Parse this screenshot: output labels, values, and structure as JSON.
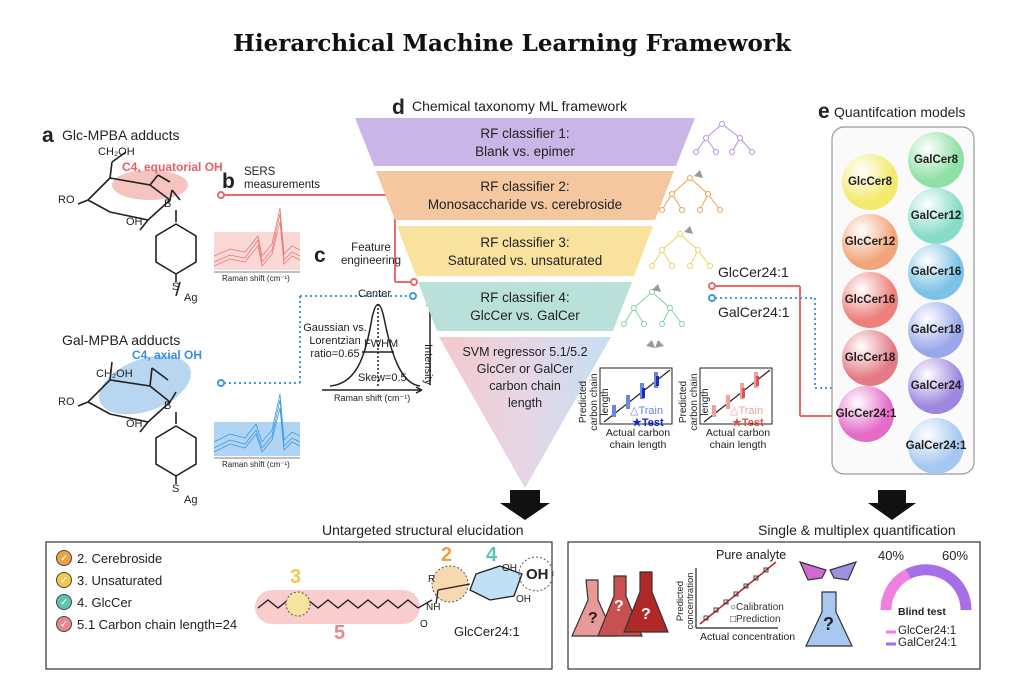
{
  "title": "Hierarchical Machine Learning Framework",
  "panel_a": {
    "letter": "a",
    "glc_title": "Glc-MPBA adducts",
    "glc_note": "C4, equatorial OH",
    "gal_title": "Gal-MPBA adducts",
    "gal_note": "C4, axial OH",
    "ro": "RO",
    "oh": "OH",
    "ch2oh": "CH₂OH",
    "b": "B",
    "o": "O",
    "s_ag": "S",
    "ag": "Ag"
  },
  "panel_b": {
    "letter": "b",
    "label": "SERS measurements",
    "axis": "Raman shift (cm⁻¹)"
  },
  "panel_c": {
    "letter": "c",
    "label": "Feature engineering",
    "center": "Center",
    "intensity": "Intensity",
    "ratio": "Gaussian vs. Lorentzian ratio=0.65",
    "fwhm": "FWHM",
    "skew": "Skew=0.5",
    "axis": "Raman shift (cm⁻¹)"
  },
  "panel_d": {
    "letter": "d",
    "label": "Chemical taxonomy ML framework",
    "levels": [
      {
        "title": "RF classifier 1:",
        "sub": "Blank vs. epimer",
        "color": "#c9b6e6"
      },
      {
        "title": "RF classifier 2:",
        "sub": "Monosaccharide vs. cerebroside",
        "color": "#f4c7a0"
      },
      {
        "title": "RF classifier 3:",
        "sub": "Saturated vs. unsaturated",
        "color": "#f9e29e"
      },
      {
        "title": "RF classifier 4:",
        "sub": "GlcCer vs. GalCer",
        "color": "#b9e1da"
      }
    ],
    "svm": [
      "SVM regressor 5.1/5.2",
      "GlcCer or GalCer",
      "carbon chain",
      "length"
    ],
    "plot_ylabel": "Predicted carbon chain length",
    "plot_xlabel": "Actual carbon chain length",
    "train": "△Train",
    "test": "★Test",
    "glc_label": "GlcCer24:1",
    "gal_label": "GalCer24:1"
  },
  "panel_e": {
    "letter": "e",
    "label": "Quantifcation models",
    "left": [
      {
        "name": "GlcCer8",
        "color": "#f2ea6c"
      },
      {
        "name": "GlcCer12",
        "color": "#f3a57a"
      },
      {
        "name": "GlcCer16",
        "color": "#ee7f7a"
      },
      {
        "name": "GlcCer18",
        "color": "#e47a85"
      },
      {
        "name": "GlcCer24:1",
        "color": "#e46cc8"
      }
    ],
    "right": [
      {
        "name": "GalCer8",
        "color": "#8ee0a4"
      },
      {
        "name": "GalCer12",
        "color": "#86dcc8"
      },
      {
        "name": "GalCer16",
        "color": "#7cc2e6"
      },
      {
        "name": "GalCer18",
        "color": "#9aa8ea"
      },
      {
        "name": "GalCer24",
        "color": "#9d87df"
      },
      {
        "name": "GalCer24:1",
        "color": "#a5c8f0"
      }
    ]
  },
  "bottom_left": {
    "header": "Untargeted structural elucidation",
    "items": [
      {
        "text": "2. Cerebroside",
        "color": "#f0a040"
      },
      {
        "text": "3. Unsaturated",
        "color": "#f2c94c"
      },
      {
        "text": "4. GlcCer",
        "color": "#5cc4b0"
      },
      {
        "text": "5.1 Carbon chain length=24",
        "color": "#e8888a"
      }
    ],
    "num2": "2",
    "num3": "3",
    "num4": "4",
    "num5": "5",
    "molecule": "GlcCer24:1",
    "nh": "NH",
    "r": "R",
    "oh": "OH",
    "o": "O"
  },
  "bottom_right": {
    "header": "Single & multiplex quantification",
    "pure": "Pure analyte",
    "ylabel": "Predicted concentration",
    "xlabel": "Actual concentration",
    "calibration": "○Calibration",
    "prediction": "□Prediction",
    "question": "?",
    "pct_left": "40%",
    "pct_right": "60%",
    "blind": "Blind test",
    "leg1": "GlcCer24:1",
    "leg2": "GalCer24:1"
  }
}
